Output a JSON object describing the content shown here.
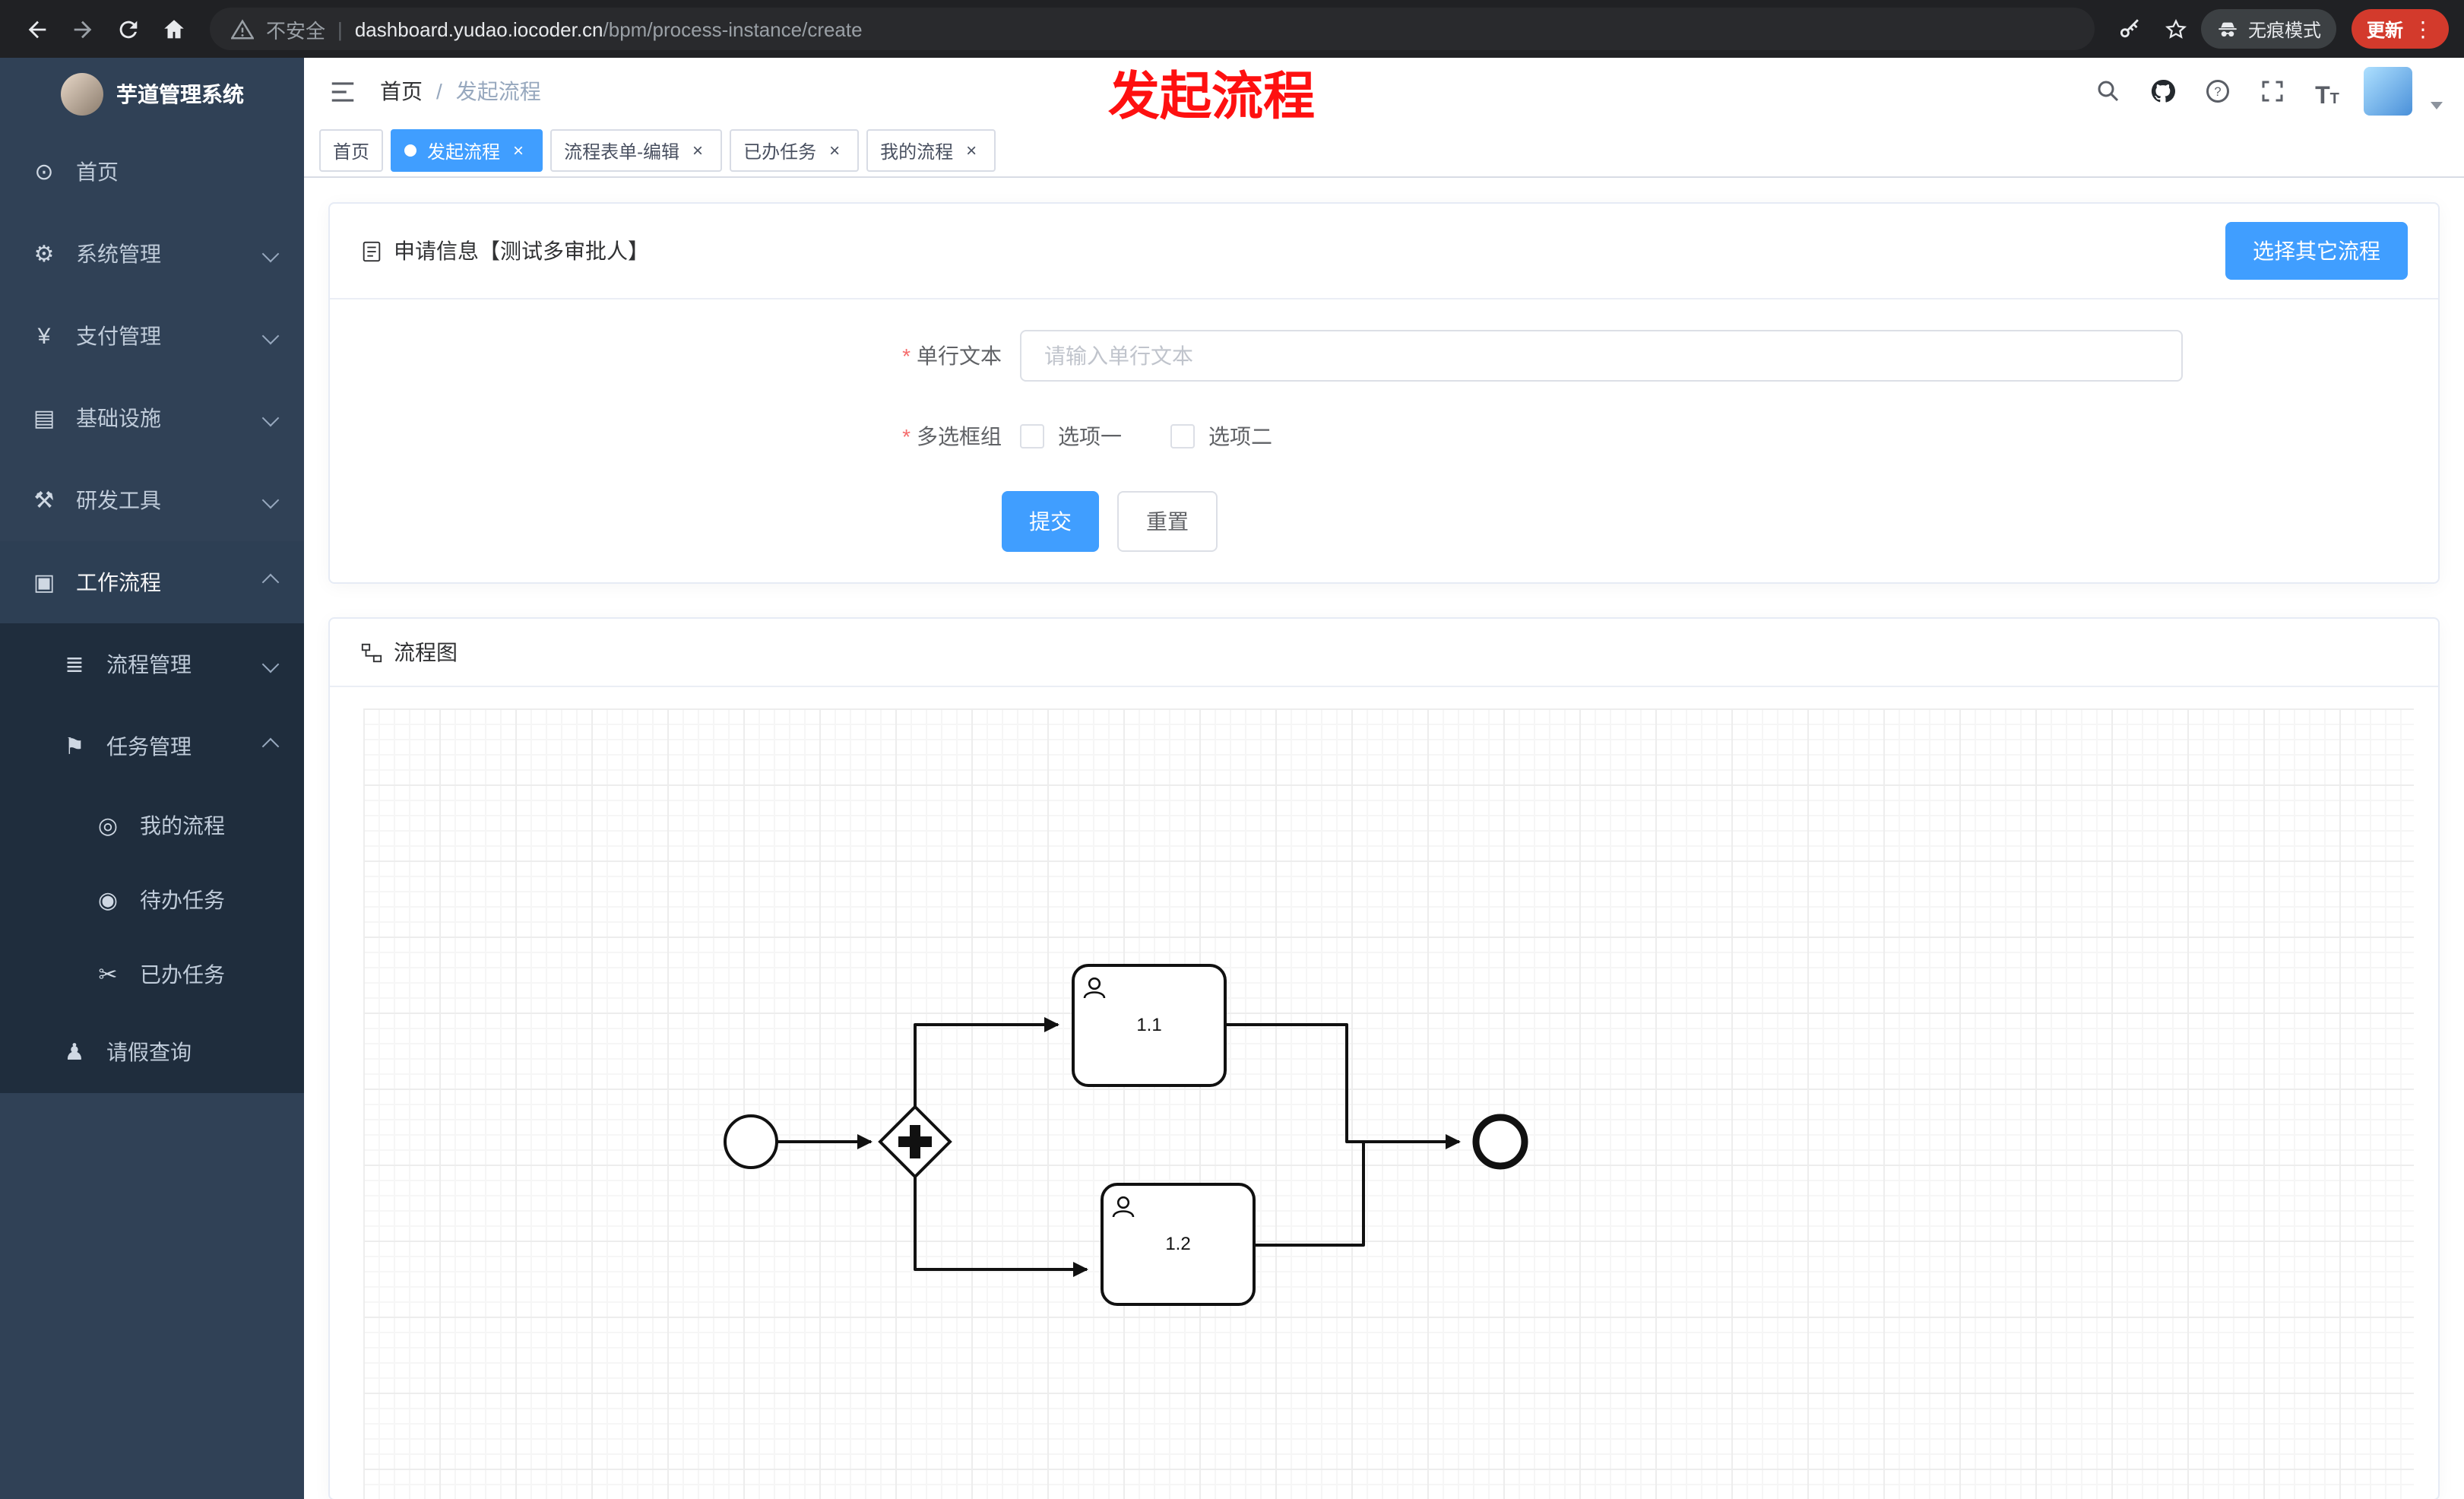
{
  "browser": {
    "security_label": "不安全",
    "separator": "|",
    "url_host": "dashboard.yudao.iocoder.cn",
    "url_path": "/bpm/process-instance/create",
    "incognito_label": "无痕模式",
    "update_label": "更新",
    "menu_glyph": "⋮"
  },
  "sidebar": {
    "logo_title": "芋道管理系统",
    "items": [
      {
        "label": "首页",
        "glyph": "⊙"
      },
      {
        "label": "系统管理",
        "glyph": "⚙"
      },
      {
        "label": "支付管理",
        "glyph": "¥"
      },
      {
        "label": "基础设施",
        "glyph": "▤"
      },
      {
        "label": "研发工具",
        "glyph": "⚒"
      },
      {
        "label": "工作流程",
        "glyph": "▣"
      },
      {
        "label": "流程管理",
        "glyph": "≣"
      },
      {
        "label": "任务管理",
        "glyph": "⚑"
      },
      {
        "label": "我的流程",
        "glyph": "◎"
      },
      {
        "label": "待办任务",
        "glyph": "◉"
      },
      {
        "label": "已办任务",
        "glyph": "✂"
      },
      {
        "label": "请假查询",
        "glyph": "♟"
      }
    ]
  },
  "header": {
    "breadcrumb": [
      "首页",
      "发起流程"
    ],
    "breadcrumb_separator": "/",
    "annotation": "发起流程",
    "fontsize_glyph_big": "T",
    "fontsize_glyph_small": "T",
    "help_glyph": "?"
  },
  "tabs": {
    "close_glyph": "×",
    "items": [
      {
        "label": "首页"
      },
      {
        "label": "发起流程"
      },
      {
        "label": "流程表单-编辑"
      },
      {
        "label": "已办任务"
      },
      {
        "label": "我的流程"
      }
    ]
  },
  "form_card": {
    "title": "申请信息【测试多审批人】",
    "select_other_button": "选择其它流程",
    "required_mark": "*",
    "fields": [
      {
        "label": "单行文本",
        "placeholder": "请输入单行文本",
        "value": ""
      },
      {
        "label": "多选框组",
        "options": [
          "选项一",
          "选项二"
        ]
      }
    ],
    "submit_label": "提交",
    "reset_label": "重置"
  },
  "diagram_card": {
    "title": "流程图",
    "tasks": [
      {
        "label": "1.1"
      },
      {
        "label": "1.2"
      }
    ]
  },
  "colors": {
    "accent": "#409eff",
    "sidebar_bg": "#304156",
    "sidebar_submenu_bg": "#1f2d3d",
    "annotation_red": "#fe1010",
    "required_red": "#f56c6c",
    "update_pill_red": "#d33a2c",
    "tab_active": "#409eff"
  }
}
